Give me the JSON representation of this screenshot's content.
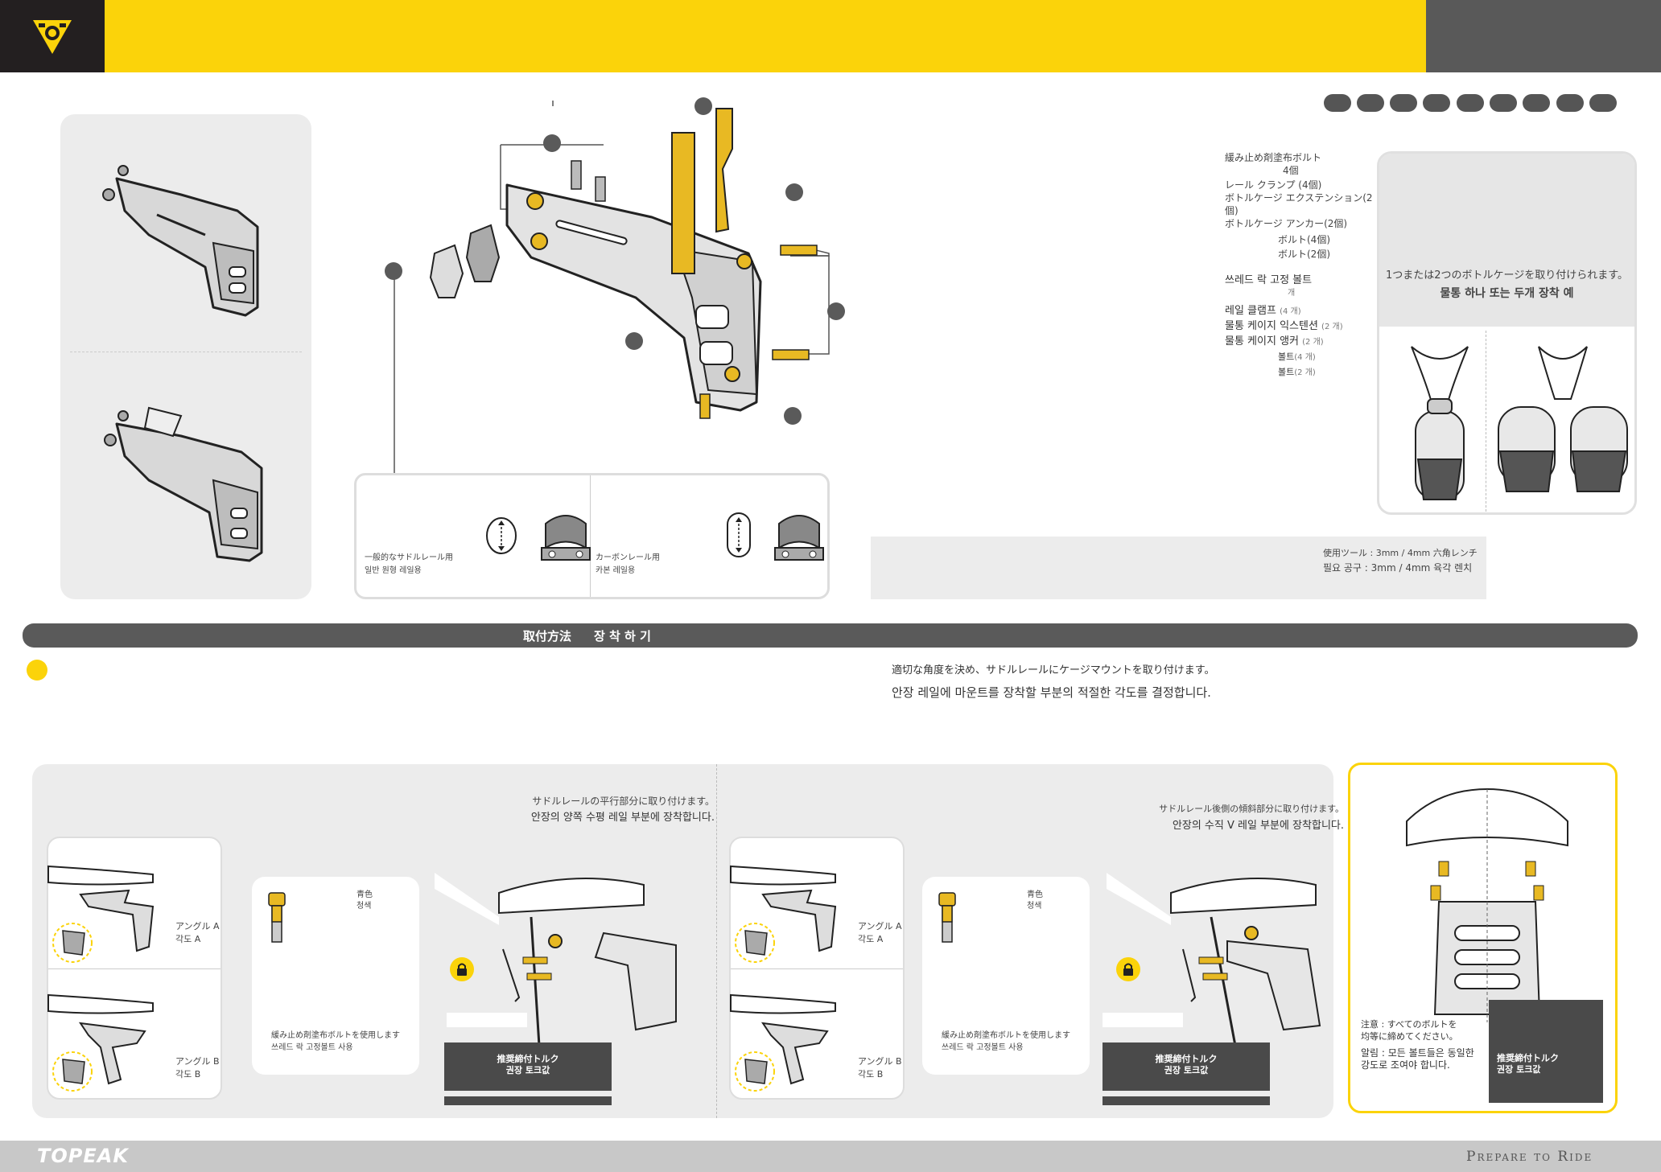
{
  "brand": {
    "logo_name": "Topeak",
    "footer_logo": "TOPEAK",
    "tagline": "Prepare to Ride"
  },
  "colors": {
    "brand_yellow": "#fbd30a",
    "dark_grey": "#231f20",
    "mid_grey": "#595959",
    "panel_grey": "#ececec",
    "part_gold": "#e8b923"
  },
  "parts_list": {
    "jp": {
      "threadlock_bolts": "緩み止め剤塗布ボルト",
      "threadlock_qty": "4個",
      "rail_clamp": "レール クランプ (4個)",
      "extension": "ボトルケージ エクステンション(2個)",
      "anchor": "ボトルケージ アンカー(2個)",
      "bolt4": "ボルト(4個)",
      "bolt2": "ボルト(2個)"
    },
    "kr": {
      "threadlock_bolts": "쓰레드 락 고정 볼트",
      "threadlock_qty": "개",
      "rail_clamp": "레일 클램프",
      "rail_clamp_qty": "(4 개)",
      "extension": "물통 케이지 익스텐션",
      "extension_qty": "(2 개)",
      "anchor": "물통 케이지 앵커",
      "anchor_qty": "(2 개)",
      "bolt4": "볼트",
      "bolt4_qty": "(4 개)",
      "bolt2": "볼트",
      "bolt2_qty": "(2 개)"
    }
  },
  "example_box": {
    "jp": "1つまたは2つのボトルケージを取り付けられます。",
    "kr": "물통 하나 또는 두개 장착 예"
  },
  "rail_types": {
    "standard_jp": "一般的なサドルレール用",
    "standard_kr": "일반 원형 레일용",
    "carbon_jp": "カーボンレール用",
    "carbon_kr": "카본 레일용"
  },
  "tools": {
    "jp": "使用ツール : 3mm / 4mm 六角レンチ",
    "kr": "필요 공구 : 3mm / 4mm 육각 렌치"
  },
  "section": {
    "jp": "取付方法",
    "kr": "장 착 하 기"
  },
  "step1": {
    "jp": "適切な角度を決め、サドルレールにケージマウントを取り付けます。",
    "kr": "안장 레일에 마운트를 장착할 부분의 적절한 각도를 결정합니다."
  },
  "install_a": {
    "jp": "サドルレールの平行部分に取り付けます。",
    "kr": "안장의 양쪽 수평 레일 부분에 장착합니다."
  },
  "install_b": {
    "jp": "サドルレール後側の傾斜部分に取り付けます。",
    "kr": "안장의 수직 V 레일 부분에 장착합니다."
  },
  "angles": {
    "a_jp": "アングル A",
    "a_kr": "각도 A",
    "b_jp": "アングル B",
    "b_kr": "각도 B"
  },
  "bolt_color": {
    "jp": "青色",
    "kr": "청색"
  },
  "threadlock_note": {
    "jp": "緩み止め剤塗布ボルトを使用します",
    "kr": "쓰레드 락 고정볼트 사용"
  },
  "torque": {
    "jp": "推奨締付トルク",
    "kr": "권장 토크값"
  },
  "caution": {
    "jp_1": "注意 : すべてのボルトを",
    "jp_2": "均等に締めてください。",
    "kr_1": "알림 : 모든 볼트들은 동일한",
    "kr_2": "강도로 조여야 합니다."
  }
}
